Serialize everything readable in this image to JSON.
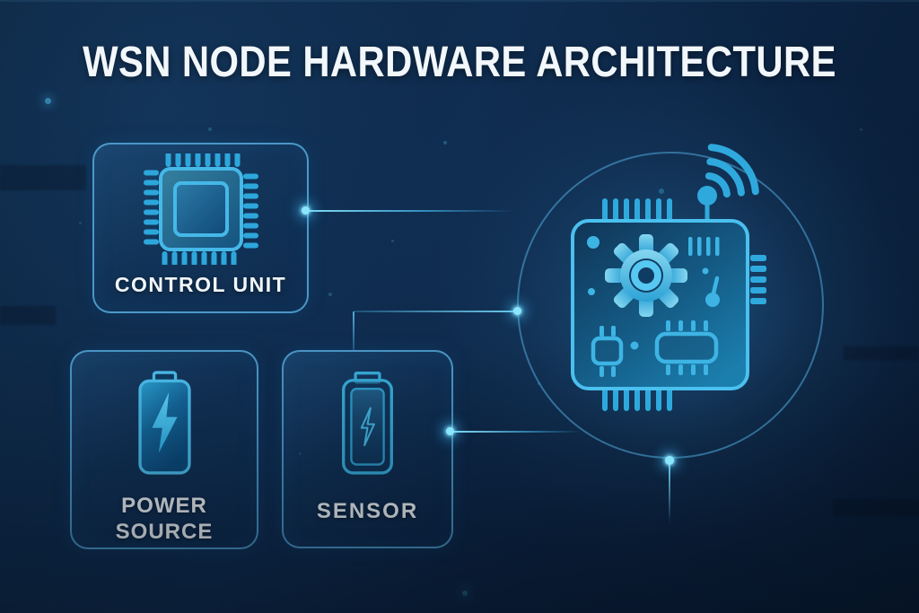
{
  "title": "WSN NODE HARDWARE ARCHITECTURE",
  "cards": [
    {
      "id": "control-unit",
      "label": "CONTROL UNIT",
      "lines": [
        "CONTROL UNIT"
      ],
      "icon": "microchip-icon"
    },
    {
      "id": "power-source",
      "label": "POWER SOURCE",
      "lines": [
        "POWER",
        "SOURCE"
      ],
      "icon": "battery-charging-icon"
    },
    {
      "id": "sensor",
      "label": "SENSOR",
      "lines": [
        "SENSOR"
      ],
      "icon": "battery-outline-charging-icon"
    }
  ],
  "central_node": {
    "id": "transceiver-board",
    "icon": "circuit-board-wifi-icon",
    "sub_icons": [
      "gear-icon",
      "wifi-signal-icon",
      "antenna-icon",
      "chip-pins-icon"
    ]
  },
  "connections": [
    {
      "from": "control-unit",
      "to": "transceiver-board"
    },
    {
      "from": "sensor",
      "to": "transceiver-board"
    }
  ],
  "colors": {
    "background_top": "#0e2946",
    "background_bottom": "#081a31",
    "accent_cyan": "#3bb4e6",
    "line_glow": "#8ae6ff",
    "card_border": "#56aadb",
    "title_text": "#f2f7fb"
  }
}
